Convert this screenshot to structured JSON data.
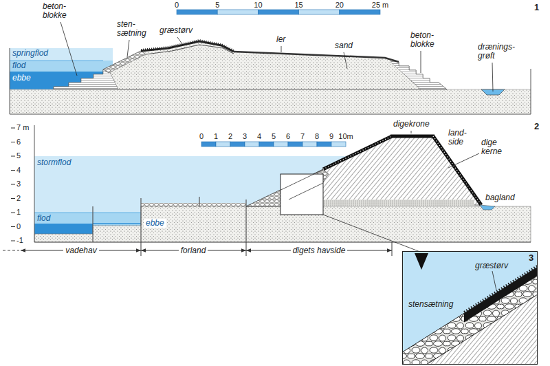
{
  "diagram": {
    "nodes": [
      {
        "text": [
          "3",
          "græstørv",
          "stensætning"
        ]
      }
    ],
    "labels": [
      "1",
      "0",
      "5",
      "10",
      "15",
      "20",
      "25 m",
      "beton- blokke",
      "sten- sætning",
      "græstørv",
      "ler",
      "sand",
      "beton- blokke",
      "springflod",
      "flod",
      "ebbe",
      "drænings- grøft",
      "7 m",
      "6",
      "5",
      "4",
      "3",
      "2",
      "1",
      "0",
      "-1",
      "0",
      "1",
      "2",
      "3",
      "4",
      "5",
      "6",
      "7",
      "8",
      "9",
      "10m",
      "digekrone",
      "2",
      "land- side",
      "dige kerne",
      "stormflod",
      "flod",
      "bagland",
      "ebbe",
      "vadehav",
      "forland",
      "digets havside"
    ]
  }
}
